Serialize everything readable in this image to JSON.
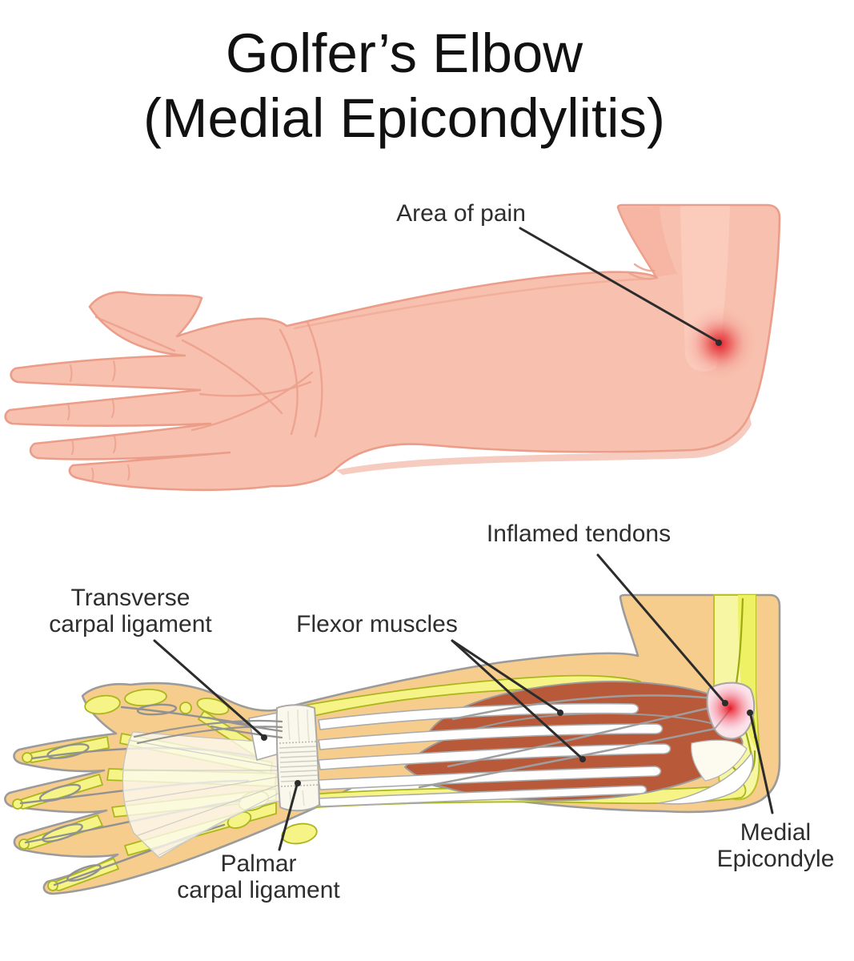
{
  "title": {
    "line1": "Golfer’s Elbow",
    "line2": "(Medial Epicondylitis)",
    "full": "Golfer’s Elbow\n(Medial Epicondylitis)"
  },
  "labels": {
    "area_of_pain": "Area of pain",
    "inflamed_tendons": "Inflamed tendons",
    "transverse_carpal_ligament": "Transverse\ncarpal ligament",
    "flexor_muscles": "Flexor muscles",
    "palmar_carpal_ligament": "Palmar\ncarpal ligament",
    "medial_epicondyle": "Medial\nEpicondyle"
  },
  "colors": {
    "background": "#ffffff",
    "title_text": "#111111",
    "label_text": "#2e2e2e",
    "leader_line": "#2c2c2c",
    "skin_pink": "#f8c0ae",
    "skin_pink_outline": "#eb9d89",
    "skin_shadow_pink": "#efa28d",
    "pain_red_core": "#e11b28",
    "skin_tan": "#f6cd8c",
    "anatomy_outline_gray": "#9b9b9b",
    "bone_yellow": "#f6f487",
    "bone_yellow_pale": "#f7f6a2",
    "bone_yellow_deep": "#edf163",
    "bone_outline_olive": "#aab71a",
    "muscle_sienna": "#b85a3a",
    "tendon_white": "#ffffff",
    "ligament_cream": "#faf8ec",
    "inflamed_capsule_pink": "#fbe3ea"
  }
}
